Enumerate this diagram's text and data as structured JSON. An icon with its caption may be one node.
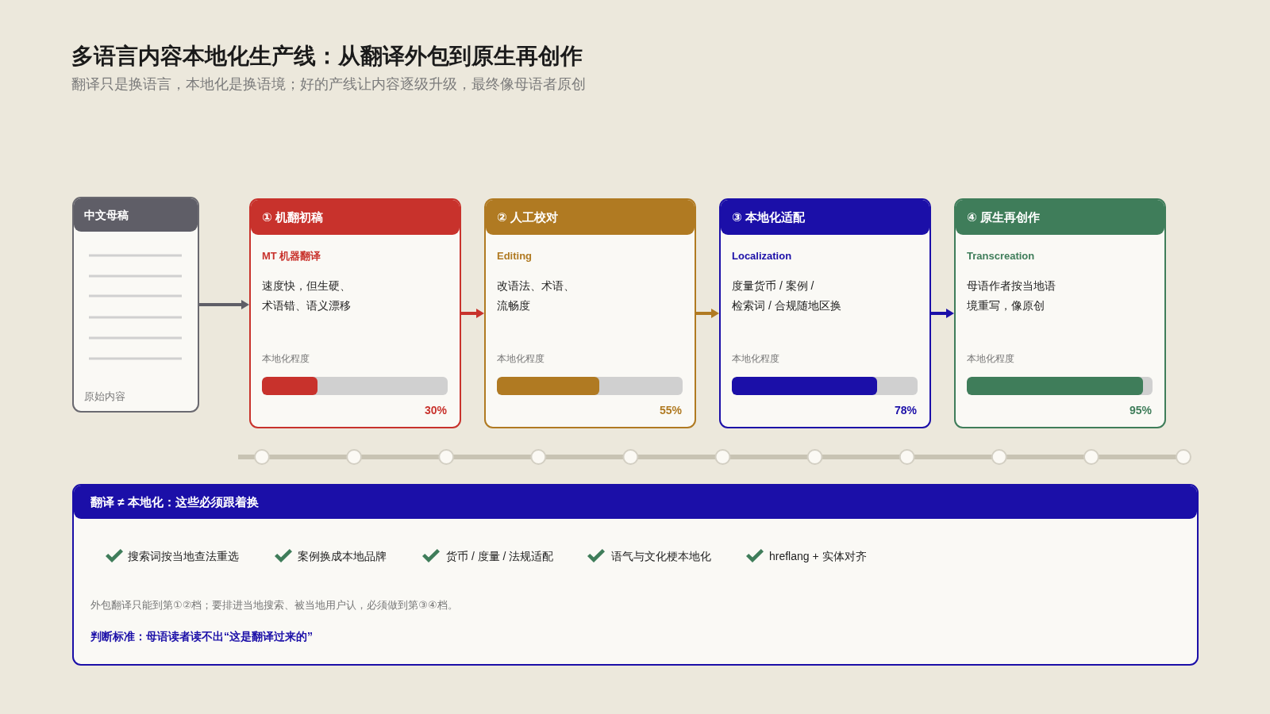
{
  "diagram": {
    "title": "多语言内容本地化生产线：从翻译外包到原生再创作",
    "nodes": [
      {
        "text": [
          "中文母稿",
          "原始内容"
        ]
      },
      {
        "text": [
          "① 机翻初稿",
          "MT 机器翻译",
          "速度快，但生硬、术语错、语义漂移",
          "本地化程度",
          "30%"
        ]
      },
      {
        "text": [
          "② 人工校对",
          "Editing",
          "改语法、术语、流畅度",
          "本地化程度",
          "55%"
        ]
      },
      {
        "text": [
          "③ 本地化适配",
          "Localization",
          "度量货币 / 案例 / 检索词 / 合规随地区换",
          "本地化程度",
          "78%"
        ]
      },
      {
        "text": [
          "④ 原生再创作",
          "Transcreation",
          "母语作者按当地语境重写，像原创",
          "本地化程度",
          "95%"
        ]
      },
      {
        "text": [
          "翻译 ≠ 本地化：这些必须跟着换",
          "搜索词按当地查法重选",
          "案例换成本地品牌",
          "货币 / 度量 / 法规适配",
          "语气与文化梗本地化",
          "hreflang + 实体对齐",
          "外包翻译只能到第①②档；要排进当地搜索、被当地用户认，必须做到第③④档。",
          "判断标准：母语读者读不出“这是翻译过来的”"
        ]
      }
    ],
    "edges": [
      {
        "from": 0,
        "to": 1,
        "arrow": "to",
        "color": "#5f5e67"
      },
      {
        "from": 1,
        "to": 2,
        "arrow": "to",
        "color": "#c8322c"
      },
      {
        "from": 2,
        "to": 3,
        "arrow": "to",
        "color": "#b07a22"
      },
      {
        "from": 3,
        "to": 4,
        "arrow": "to",
        "color": "#1b0fa8"
      }
    ],
    "labels": [
      "翻译只是换语言，本地化是换语境；好的产线让内容逐级升级，最终像母语者原创"
    ]
  }
}
